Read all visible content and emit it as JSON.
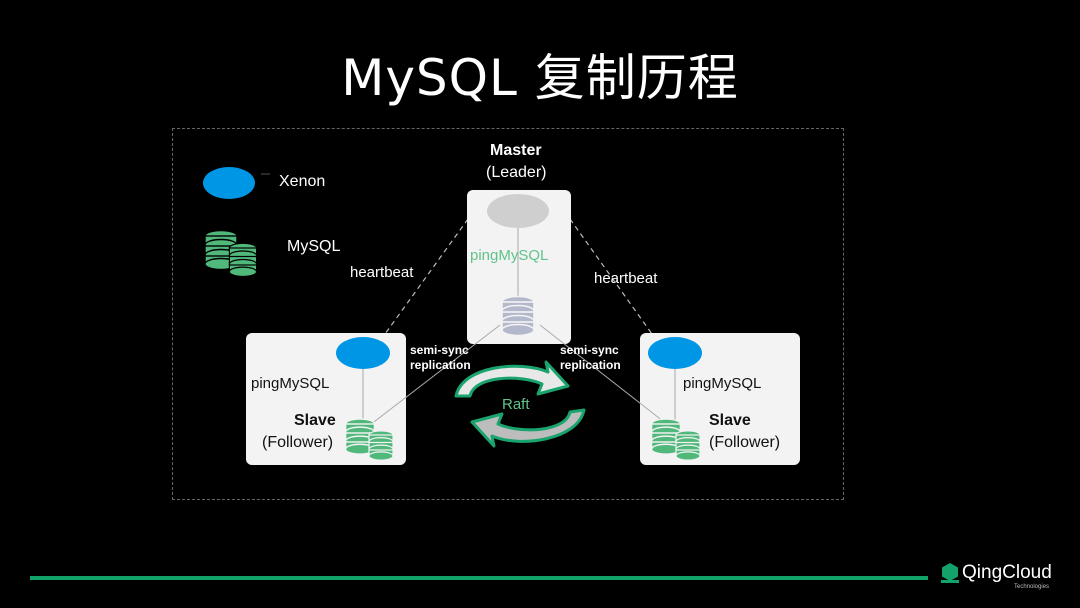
{
  "title": "MySQL 复制历程",
  "legend": {
    "xenon_label": "Xenon",
    "mysql_label": "MySQL"
  },
  "master": {
    "role": "Master",
    "role_sub": "(Leader)",
    "ping_label": "pingMySQL"
  },
  "slave_left": {
    "ping_label": "pingMySQL",
    "role": "Slave",
    "role_sub": "(Follower)"
  },
  "slave_right": {
    "ping_label": "pingMySQL",
    "role": "Slave",
    "role_sub": "(Follower)"
  },
  "links": {
    "heartbeat_left": "heartbeat",
    "heartbeat_right": "heartbeat",
    "semi_sync_left_1": "semi-sync",
    "semi_sync_left_2": "replication",
    "semi_sync_right_1": "semi-sync",
    "semi_sync_right_2": "replication",
    "raft": "Raft"
  },
  "colors": {
    "xenon": "#0096e6",
    "mysql_db": "#4fb87a",
    "master_xenon": "#cfcfcf",
    "master_db": "#b3b8cc",
    "accent_green": "#13a36a"
  },
  "brand": {
    "name": "QingCloud",
    "sub": "Technologies"
  }
}
